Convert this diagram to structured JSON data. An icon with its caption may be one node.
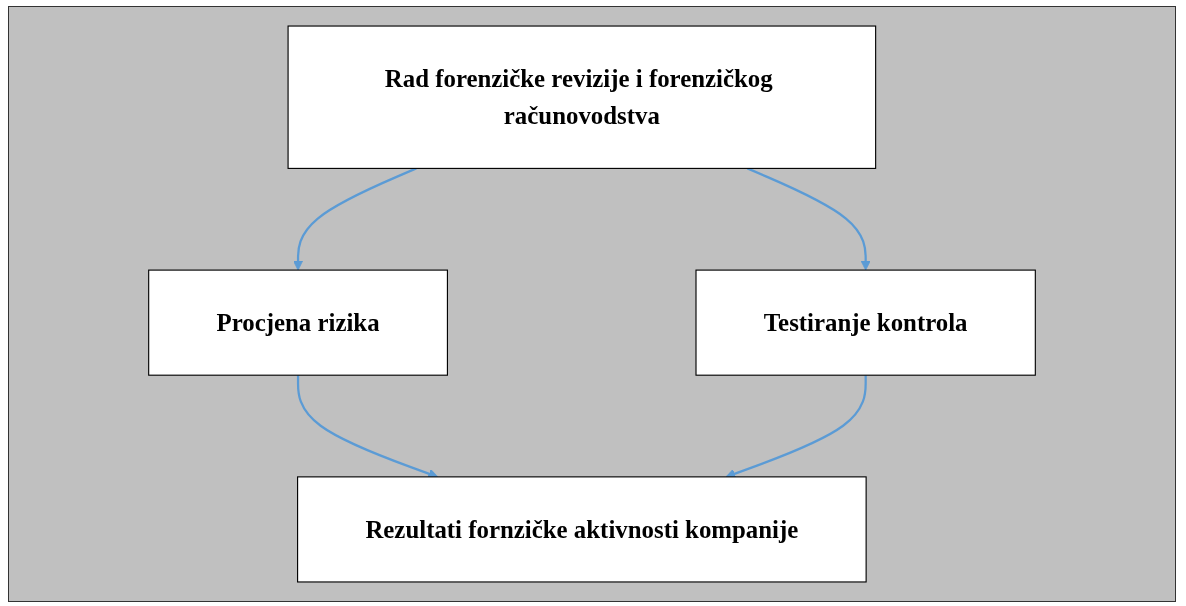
{
  "diagram": {
    "nodes": [
      {
        "text": [
          "Rad forenzičke revizije i forenzičkog računovodstva"
        ]
      },
      {
        "text": [
          "Procjena rizika"
        ]
      },
      {
        "text": [
          "Testiranje kontrola"
        ]
      },
      {
        "text": [
          "Rezultati fornzičke aktivnosti kompanije"
        ]
      }
    ],
    "edges": [
      {
        "from": 0,
        "to": 1,
        "arrow": "to"
      },
      {
        "from": 0,
        "to": 2,
        "arrow": "to"
      },
      {
        "from": 1,
        "to": 3,
        "arrow": "to"
      },
      {
        "from": 2,
        "to": 3,
        "arrow": "to"
      }
    ]
  }
}
